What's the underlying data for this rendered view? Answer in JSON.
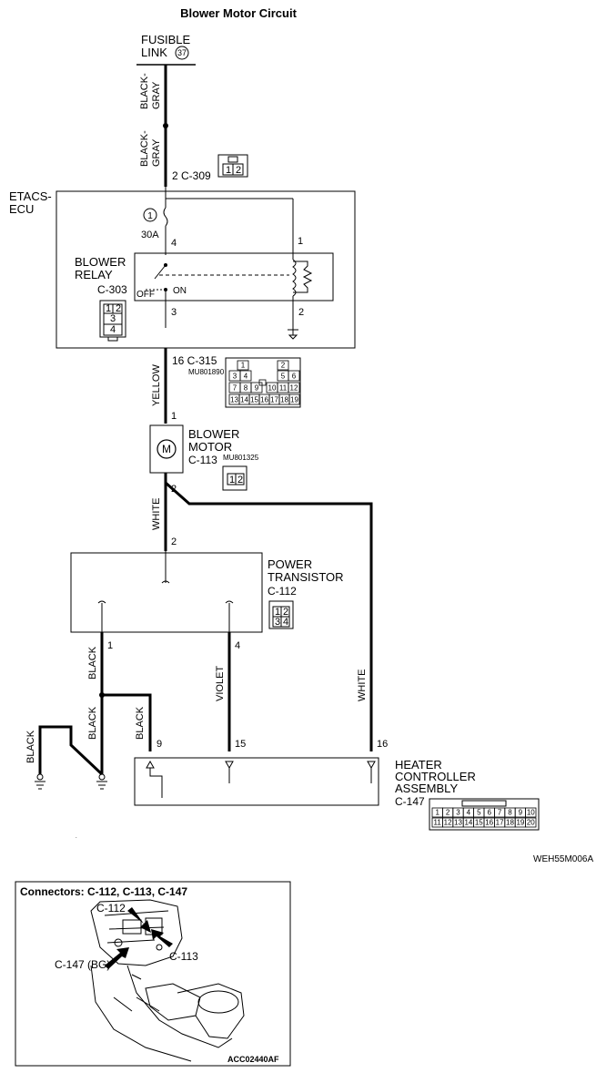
{
  "title": "Blower Motor Circuit",
  "fusible_link": {
    "line1": "FUSIBLE",
    "line2": "LINK",
    "number": "37"
  },
  "wires": {
    "top_color_a": "BLACK-\nGRAY",
    "top_color_b": "BLACK-\nGRAY",
    "yellow": "YELLOW",
    "white_left": "WHITE",
    "black_1": "BLACK",
    "black_2": "BLACK",
    "black_3": "BLACK",
    "black_4": "BLACK",
    "violet": "VIOLET",
    "white_right": "WHITE"
  },
  "etacs": {
    "label_line1": "ETACS-",
    "label_line2": "ECU",
    "fuse_number": "1",
    "fuse_rating": "30A",
    "connector_in": "2 C-309",
    "connector_out": "16 C-315",
    "connector_out_part": "MU801890"
  },
  "relay": {
    "label_line1": "BLOWER",
    "label_line2": "RELAY",
    "connector": "C-303",
    "off": "OFF",
    "on": "ON",
    "pins": {
      "p1": "1",
      "p2": "2",
      "p3": "3",
      "p4": "4"
    }
  },
  "motor": {
    "label_line1": "BLOWER",
    "label_line2": "MOTOR",
    "connector": "C-113",
    "part": "MU801325",
    "symbol": "M",
    "pin1": "1",
    "pin2": "2"
  },
  "power_transistor": {
    "label_line1": "POWER",
    "label_line2": "TRANSISTOR",
    "connector": "C-112",
    "pin_in": "2",
    "pin_1": "1",
    "pin_4": "4"
  },
  "heater_controller": {
    "label_line1": "HEATER",
    "label_line2": "CONTROLLER",
    "label_line3": "ASSEMBLY",
    "connector": "C-147",
    "pin_9": "9",
    "pin_15": "15",
    "pin_16": "16"
  },
  "connector_faces": {
    "c309": [
      "1",
      "2"
    ],
    "c303": [
      "1",
      "2",
      "3",
      "4"
    ],
    "c315_row1": [
      "1",
      "2"
    ],
    "c315_row2": [
      "3",
      "4",
      "5",
      "6"
    ],
    "c315_row3": [
      "7",
      "8",
      "9",
      "10",
      "11",
      "12"
    ],
    "c315_row4": [
      "13",
      "14",
      "15",
      "16",
      "17",
      "18",
      "19"
    ],
    "c113": [
      "1",
      "2"
    ],
    "c112": [
      "1",
      "2",
      "3",
      "4"
    ],
    "c147_row1": [
      "1",
      "2",
      "3",
      "4",
      "5",
      "6",
      "7",
      "8",
      "9",
      "10"
    ],
    "c147_row2": [
      "11",
      "12",
      "13",
      "14",
      "15",
      "16",
      "17",
      "18",
      "19",
      "20"
    ]
  },
  "figure_code": "WEH55M006A",
  "location_box": {
    "title": "Connectors: C-112, C-113, C-147",
    "label_c112": "C-112",
    "label_c113": "C-113",
    "label_c147": "C-147 (BG)",
    "code": "ACC02440AF"
  }
}
